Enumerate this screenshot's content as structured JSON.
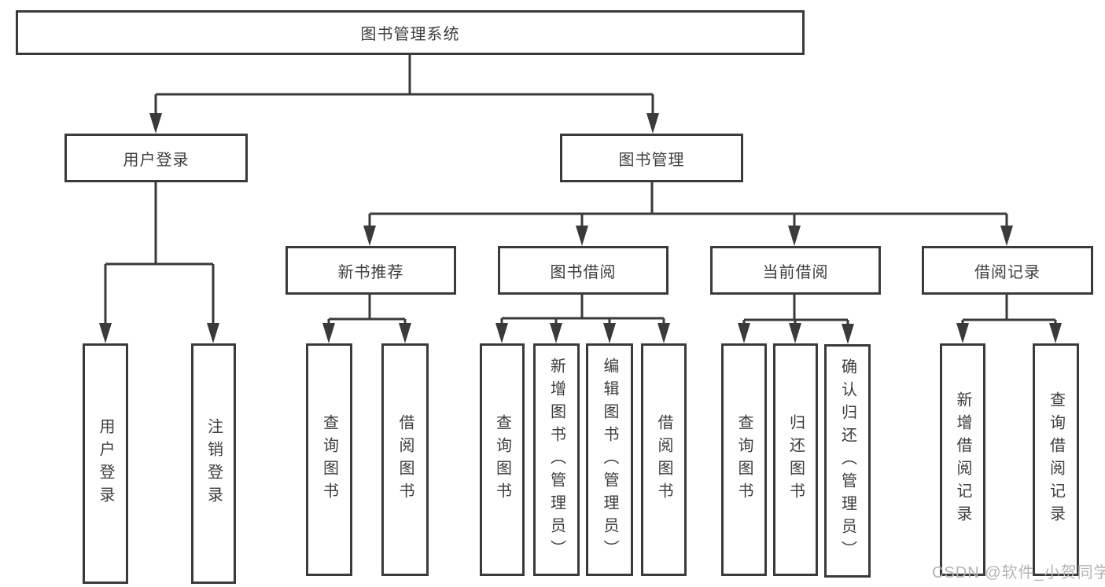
{
  "tree": {
    "root": {
      "label": "图书管理系统"
    },
    "user_login": {
      "label": "用户登录",
      "children": [
        {
          "label": "用户登录"
        },
        {
          "label": "注销登录"
        }
      ]
    },
    "book_management": {
      "label": "图书管理",
      "children": [
        {
          "label": "新书推荐",
          "children": [
            {
              "label": "查询图书"
            },
            {
              "label": "借阅图书"
            }
          ]
        },
        {
          "label": "图书借阅",
          "children": [
            {
              "label": "查询图书"
            },
            {
              "label": "新增图书（管理员）"
            },
            {
              "label": "编辑图书（管理员）"
            },
            {
              "label": "借阅图书"
            }
          ]
        },
        {
          "label": "当前借阅",
          "children": [
            {
              "label": "查询图书"
            },
            {
              "label": "归还图书"
            },
            {
              "label": "确认归还（管理员）"
            }
          ]
        },
        {
          "label": "借阅记录",
          "children": [
            {
              "label": "新增借阅记录"
            },
            {
              "label": "查询借阅记录"
            }
          ]
        }
      ]
    }
  },
  "watermark": {
    "text": "CSDN @软件_小贺同学"
  },
  "colors": {
    "line": "#3a3a3a",
    "text": "#3d3d3d",
    "box_bg": "#ffffff",
    "page_bg": "#ffffff",
    "watermark": "#b3b3b3"
  }
}
